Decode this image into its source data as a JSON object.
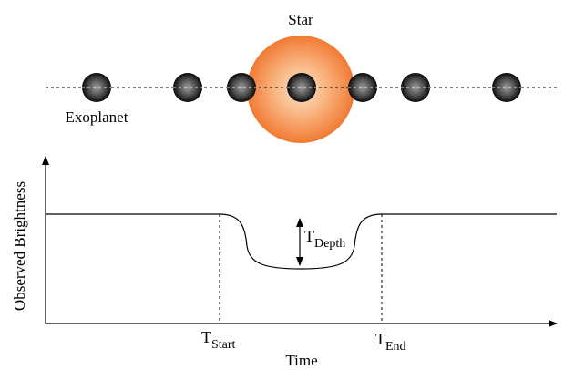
{
  "diagram": {
    "star_label": "Star",
    "exoplanet_label": "Exoplanet",
    "y_axis_label": "Observed Brightness",
    "x_axis_label": "Time",
    "t_start": {
      "main": "T",
      "sub": "Start"
    },
    "t_end": {
      "main": "T",
      "sub": "End"
    },
    "t_depth": {
      "main": "T",
      "sub": "Depth"
    },
    "colors": {
      "star_center": "#fde3c8",
      "star_mid": "#f7a565",
      "star_edge": "#f07a32",
      "planet_center": "#a0a0a0",
      "planet_edge": "#0a0a0a",
      "line": "#000000"
    }
  }
}
